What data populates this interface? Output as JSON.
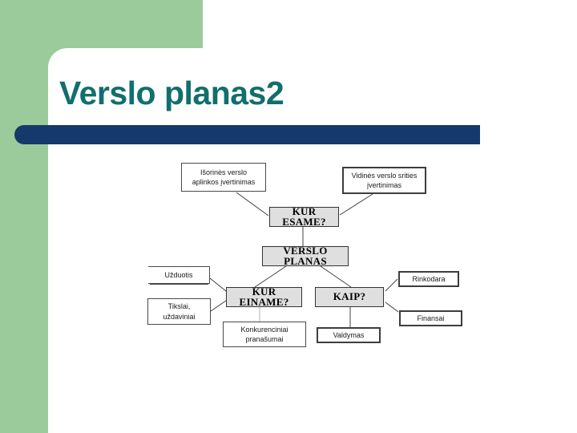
{
  "slide": {
    "title": "Verslo planas2"
  },
  "colors": {
    "accent_green": "#9BCA9B",
    "bar_navy": "#15396B",
    "title_teal": "#116F6D",
    "emphasis_box_fill": "#DFDFDF"
  },
  "diagram": {
    "nodes": {
      "isorines": "Išorinės verslo aplinkos įvertinimas",
      "vidines": "Vidinės verslo srities įvertinimas",
      "kur_esame": "KUR ESAME?",
      "verslo_planas": "VERSLO PLANAS",
      "uzduotis": "Užduotis",
      "kur_einame": "KUR EINAME?",
      "kaip": "KAIP?",
      "rinkodara": "Rinkodara",
      "tikslai": "Tikslai, uždaviniai",
      "finansai": "Finansai",
      "konkurenciniai": "Konkurenciniai pranašumai",
      "valdymas": "Valdymas"
    },
    "edges": [
      [
        "isorines",
        "kur_esame"
      ],
      [
        "vidines",
        "kur_esame"
      ],
      [
        "kur_esame",
        "verslo_planas"
      ],
      [
        "verslo_planas",
        "kur_einame"
      ],
      [
        "verslo_planas",
        "kaip"
      ],
      [
        "uzduotis",
        "kur_einame"
      ],
      [
        "tikslai",
        "kur_einame"
      ],
      [
        "kur_einame",
        "konkurenciniai"
      ],
      [
        "kaip",
        "valdymas"
      ],
      [
        "kaip",
        "rinkodara"
      ],
      [
        "kaip",
        "finansai"
      ]
    ]
  }
}
